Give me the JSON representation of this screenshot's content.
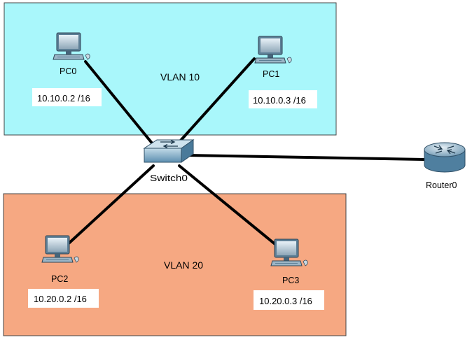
{
  "vlans": [
    {
      "label": "VLAN 10",
      "fill": "#a9f7fb"
    },
    {
      "label": "VLAN 20",
      "fill": "#f6a882"
    }
  ],
  "switch": {
    "label": "Switch0",
    "icon": "switch-icon"
  },
  "router": {
    "label": "Router0",
    "icon": "router-icon"
  },
  "pcs": [
    {
      "label": "PC0",
      "ip": "10.10.0.2 /16",
      "icon": "pc-icon"
    },
    {
      "label": "PC1",
      "ip": "10.10.0.3 /16",
      "icon": "pc-icon"
    },
    {
      "label": "PC2",
      "ip": "10.20.0.2 /16",
      "icon": "pc-icon"
    },
    {
      "label": "PC3",
      "ip": "10.20.0.3 /16",
      "icon": "pc-icon"
    }
  ],
  "colors": {
    "vlan10": "#a9f7fb",
    "vlan20": "#f6a882",
    "link": "#000000",
    "ip_box": "#ffffff"
  }
}
